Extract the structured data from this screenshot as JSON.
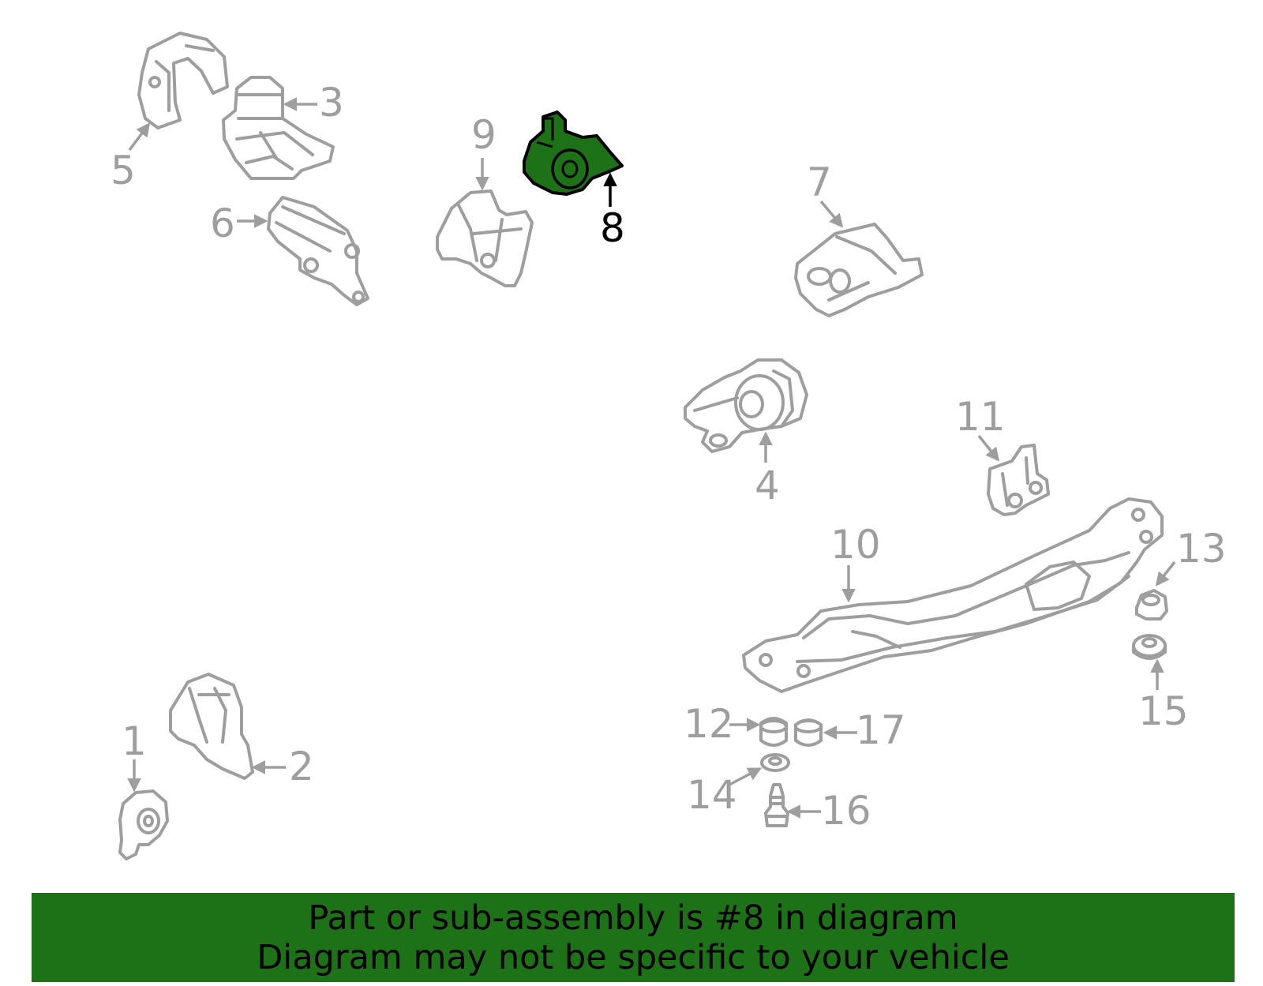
{
  "callouts": {
    "c1": "1",
    "c2": "2",
    "c3": "3",
    "c4": "4",
    "c5": "5",
    "c6": "6",
    "c7": "7",
    "c8": "8",
    "c9": "9",
    "c10": "10",
    "c11": "11",
    "c12": "12",
    "c13": "13",
    "c14": "14",
    "c15": "15",
    "c16": "16",
    "c17": "17"
  },
  "highlighted_part": "8",
  "colors": {
    "highlight_fill": "#1d7116",
    "line_gray": "#9e9e9e",
    "banner_bg": "#1d7116",
    "banner_text": "#000000"
  },
  "banner": {
    "line1": "Part or sub-assembly is #8 in diagram",
    "line2": "Diagram may not be specific to your vehicle"
  }
}
